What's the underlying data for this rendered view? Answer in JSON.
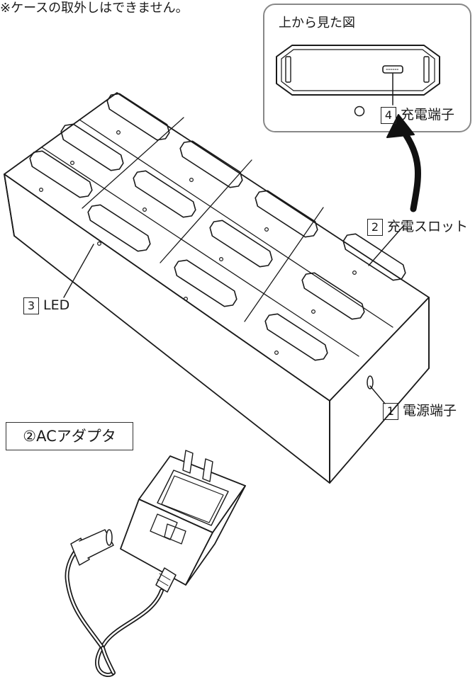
{
  "note": "※ケースの取外しはできません。",
  "top_view_title": "上から見た図",
  "labels": {
    "power_terminal": {
      "num": "1",
      "text": "電源端子"
    },
    "charge_slot": {
      "num": "2",
      "text": "充電スロット"
    },
    "led": {
      "num": "3",
      "text": "LED"
    },
    "charge_terminal": {
      "num": "4",
      "text": "充電端子"
    }
  },
  "ac_adapter": "②ACアダプタ"
}
